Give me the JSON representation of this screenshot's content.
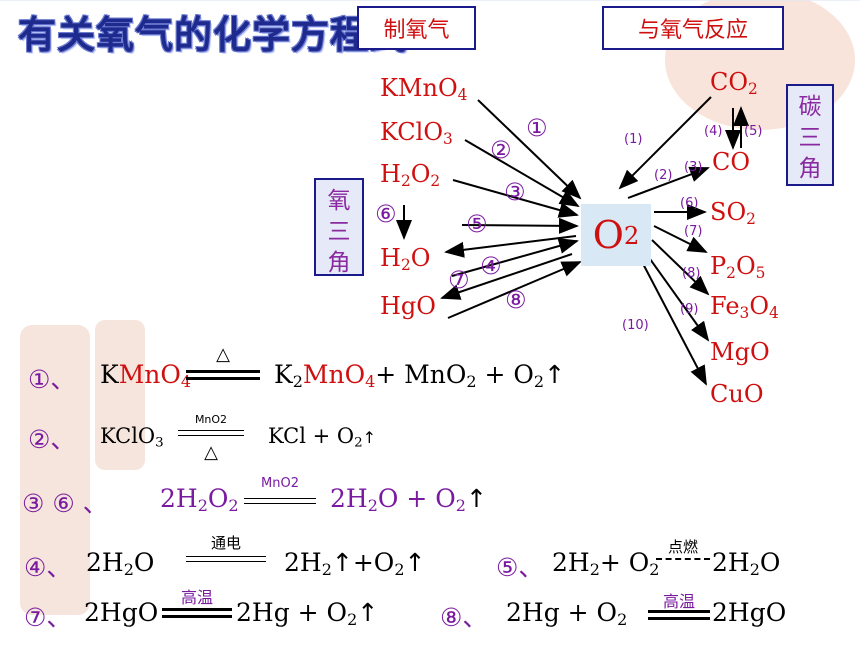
{
  "title": "有关氧气的化学方程式",
  "boxes": {
    "make_oxygen": "制氧气",
    "react_oxygen": "与氧气反应",
    "oxygen_triangle": "氧三角",
    "carbon_triangle": "碳三角"
  },
  "center": "O2",
  "reactants_left": {
    "kmno4": "KMnO4",
    "kclo3": "KClO3",
    "h2o2": "H2O2",
    "h2o": "H2O",
    "hgo": "HgO"
  },
  "products_right": {
    "co2": "CO2",
    "co": "CO",
    "so2": "SO2",
    "p2o5": "P2O5",
    "fe3o4": "Fe3O4",
    "mgo": "MgO",
    "cuo": "CuO"
  },
  "left_markers": [
    "①",
    "②",
    "③",
    "⑥",
    "⑤",
    "④",
    "⑦",
    "⑧"
  ],
  "right_markers": [
    "(1)",
    "(2)",
    "(3)",
    "(4)",
    "(5)",
    "(6)",
    "(7)",
    "(8)",
    "(9)",
    "(10)"
  ],
  "equations": {
    "e1": {
      "num": "①、",
      "cond_top": "△",
      "cond_bottom": ""
    },
    "e2": {
      "num": "②、",
      "cond_top": "MnO2",
      "cond_bottom": "△"
    },
    "e3": {
      "num": "③ ⑥ 、",
      "cond_top": "MnO2",
      "cond_bottom": ""
    },
    "e4": {
      "num": "④、",
      "cond_top": "通电",
      "cond_bottom": ""
    },
    "e5": {
      "num": "⑤、",
      "cond_top": "点燃",
      "cond_bottom": ""
    },
    "e7": {
      "num": "⑦、",
      "cond_top": "高温",
      "cond_bottom": ""
    },
    "e8": {
      "num": "⑧、",
      "cond_top": "高温",
      "cond_bottom": ""
    }
  }
}
